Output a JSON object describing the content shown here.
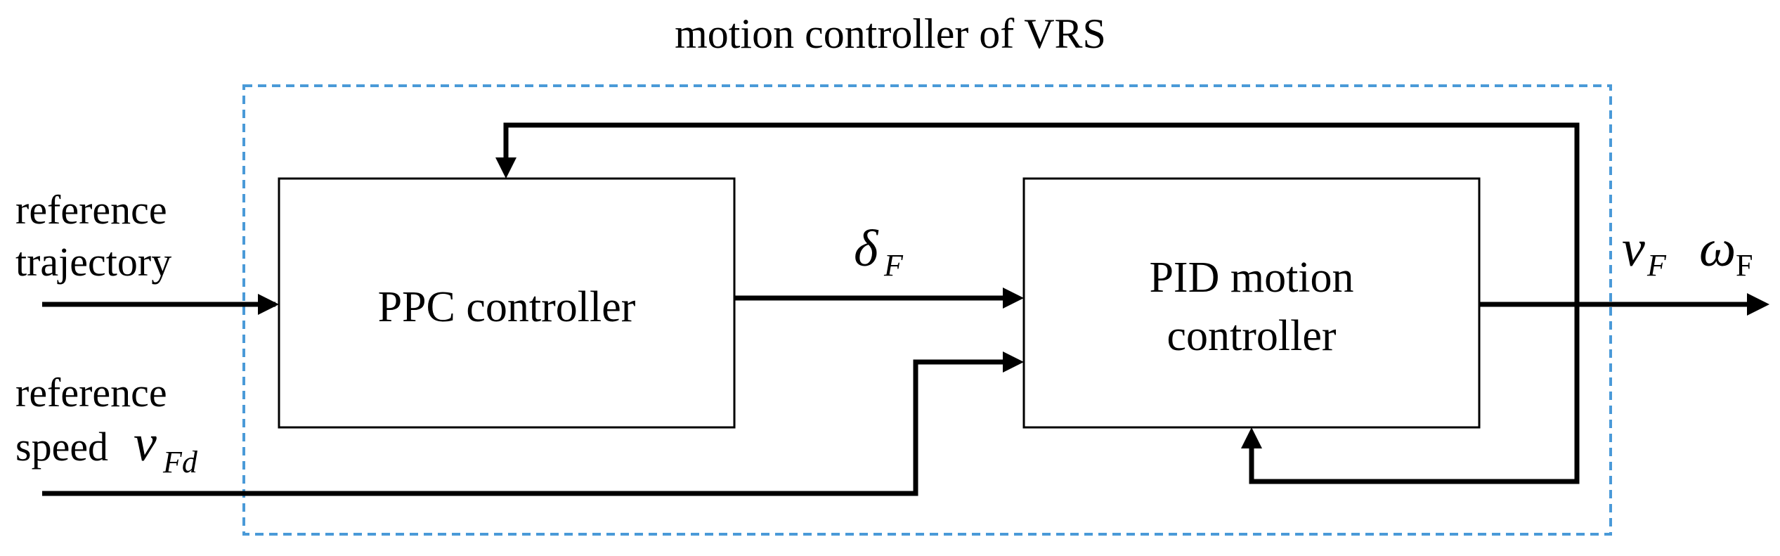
{
  "diagram": {
    "title": "motion controller of VRS",
    "inputs": {
      "trajectory_line1": "reference",
      "trajectory_line2": "trajectory",
      "speed_line1": "reference",
      "speed_line2": "speed",
      "speed_symbol": "v",
      "speed_subscript": "Fd"
    },
    "blocks": {
      "ppc": "PPC controller",
      "pid_line1": "PID motion",
      "pid_line2": "controller"
    },
    "signals": {
      "delta_symbol": "δ",
      "delta_subscript": "F",
      "v_symbol": "v",
      "v_subscript": "F",
      "omega_symbol": "ω",
      "omega_subscript": "F"
    },
    "colors": {
      "boundary": "#4a9ad8",
      "lines": "#000000"
    }
  }
}
